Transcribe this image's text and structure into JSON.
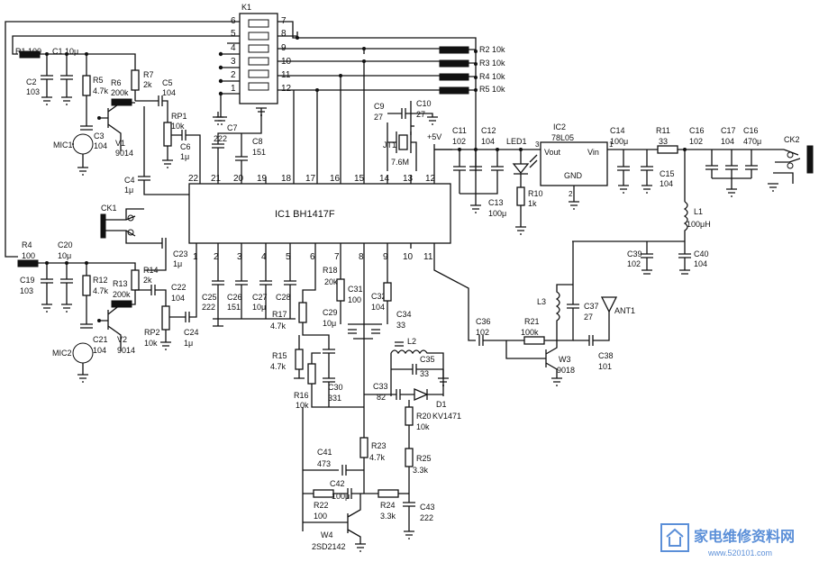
{
  "relay": {
    "name": "K1",
    "pins_left": [
      "6",
      "5",
      "4",
      "3",
      "2",
      "1"
    ],
    "pins_right": [
      "7",
      "8",
      "9",
      "10",
      "11",
      "12"
    ]
  },
  "ic1": {
    "name": "IC1  BH1417F",
    "top_pins": [
      "22",
      "21",
      "20",
      "19",
      "18",
      "17",
      "16",
      "15",
      "14",
      "13",
      "12"
    ],
    "bottom_pins": [
      "1",
      "2",
      "3",
      "4",
      "5",
      "6",
      "7",
      "8",
      "9",
      "10",
      "11"
    ]
  },
  "ic2": {
    "name": "IC2",
    "part": "78L05",
    "vout": "Vout",
    "vin": "Vin",
    "gnd": "GND",
    "pin_left": "3",
    "pin_right": "1",
    "pin_bottom": "2"
  },
  "jt1": {
    "name": "JT1",
    "value": "7.6M"
  },
  "supply": {
    "plus5": "+5V"
  },
  "connectors": {
    "ck1": "CK1",
    "ck2": "CK2",
    "ant": "ANT1"
  },
  "mics": {
    "mic1": "MIC1",
    "mic2": "MIC2"
  },
  "transistors": {
    "v1": {
      "name": "V1",
      "part": "9014"
    },
    "v2": {
      "name": "V2",
      "part": "9014"
    },
    "w3": {
      "name": "W3",
      "part": "9018"
    },
    "w4": {
      "name": "W4",
      "part": "2SD2142"
    }
  },
  "led": {
    "name": "LED1"
  },
  "diode": {
    "name": "D1",
    "part": "KV1471"
  },
  "resistors": {
    "r1": "R1  100",
    "r2": "R2  10k",
    "r3": "R3  10k",
    "r4": "R4  10k",
    "r5": "R5  10k",
    "r5b_name": "R5",
    "r5b_val": "4.7k",
    "r6_name": "R6",
    "r6_val": "200k",
    "r7_name": "R7",
    "r7_val": "2k",
    "r4b_name": "R4",
    "r4b_val": "100",
    "r10_name": "R10",
    "r10_val": "1k",
    "r11_name": "R11",
    "r11_val": "33",
    "r12_name": "R12",
    "r12_val": "4.7k",
    "r13_name": "R13",
    "r13_val": "200k",
    "r14_name": "R14",
    "r14_val": "2k",
    "r15_name": "R15",
    "r15_val": "4.7k",
    "r16_name": "R16",
    "r16_val": "10k",
    "r17_name": "R17",
    "r17_val": "4.7k",
    "r18_name": "R18",
    "r18_val": "20k",
    "r20_name": "R20",
    "r20_val": "10k",
    "r21_name": "R21",
    "r21_val": "100k",
    "r22_name": "R22",
    "r22_val": "100",
    "r23_name": "R23",
    "r23_val": "4.7k",
    "r24_name": "R24",
    "r24_val": "3.3k",
    "r25_name": "R25",
    "r25_val": "3.3k",
    "rp1_name": "RP1",
    "rp1_val": "10k",
    "rp2_name": "RP2",
    "rp2_val": "10k"
  },
  "capacitors": {
    "c1": "C1  10μ",
    "c2_name": "C2",
    "c2_val": "103",
    "c3_name": "C3",
    "c3_val": "104",
    "c4_name": "C4",
    "c4_val": "1μ",
    "c5_name": "C5",
    "c5_val": "104",
    "c6_name": "C6",
    "c6_val": "1μ",
    "c7_name": "C7",
    "c7_val": "222",
    "c8_name": "C8",
    "c8_val": "151",
    "c9_name": "C9",
    "c9_val": "27",
    "c10_name": "C10",
    "c10_val": "27",
    "c11_name": "C11",
    "c11_val": "102",
    "c12_name": "C12",
    "c12_val": "104",
    "c13_name": "C13",
    "c13_val": "100μ",
    "c14_name": "C14",
    "c14_val": "100μ",
    "c15_name": "C15",
    "c15_val": "104",
    "c16_name": "C16",
    "c16_val": "102",
    "c17_name": "C17",
    "c17_val": "104",
    "c18_name": "C16",
    "c18_val": "470μ",
    "c19_name": "C19",
    "c19_val": "103",
    "c20_name": "C20",
    "c20_val": "10μ",
    "c21_name": "C21",
    "c21_val": "104",
    "c22_name": "C22",
    "c22_val": "104",
    "c23_name": "C23",
    "c23_val": "1μ",
    "c24_name": "C24",
    "c24_val": "1μ",
    "c25_name": "C25",
    "c25_val": "222",
    "c26_name": "C26",
    "c26_val": "151",
    "c27_name": "C27",
    "c27_val": "10μ",
    "c28_name": "C28",
    "c28_val": "",
    "c29_name": "C29",
    "c29_val": "10μ",
    "c30_name": "C30",
    "c30_val": "331",
    "c31_name": "C31",
    "c31_val": "100",
    "c32_name": "C32",
    "c32_val": "104",
    "c33_name": "C33",
    "c33_val": "82",
    "c34_name": "C34",
    "c34_val": "33",
    "c35_name": "C35",
    "c35_val": "33",
    "c36_name": "C36",
    "c36_val": "102",
    "c37_name": "C37",
    "c37_val": "27",
    "c38_name": "C38",
    "c38_val": "101",
    "c39_name": "C39",
    "c39_val": "102",
    "c40_name": "C40",
    "c40_val": "104",
    "c41_name": "C41",
    "c41_val": "473",
    "c42_name": "C42",
    "c42_val": "100μ",
    "c43_name": "C43",
    "c43_val": "222"
  },
  "inductors": {
    "l1_name": "L1",
    "l1_val": "100μH",
    "l2_name": "L2",
    "l3_name": "L3"
  },
  "watermark": {
    "text": "家电维修资料网",
    "url": "www.520101.com"
  }
}
